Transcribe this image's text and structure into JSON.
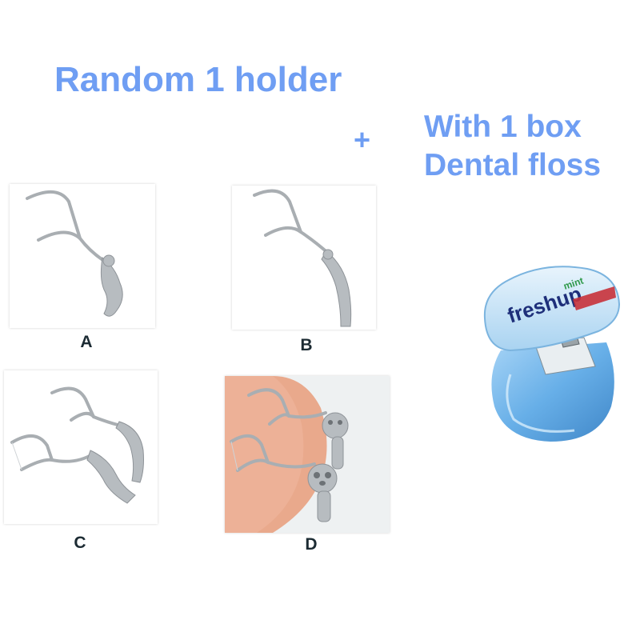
{
  "headline": {
    "title": "Random 1 holder",
    "plus": "+",
    "subtitle_line1": "With 1 box",
    "subtitle_line2": "Dental floss"
  },
  "options": [
    {
      "label": "A",
      "icon": "floss-holder-cat-icon"
    },
    {
      "label": "B",
      "icon": "floss-holder-plain-icon"
    },
    {
      "label": "C",
      "icon": "floss-holder-wavy-icon"
    },
    {
      "label": "D",
      "icon": "floss-holder-bunny-icon"
    }
  ],
  "floss_box": {
    "brand_small": "mint",
    "brand": "freshup"
  },
  "colors": {
    "headline": "#6f9ef3",
    "label": "#1c2b33",
    "wood": "#e9a98c",
    "case_blue": "#5aa8e6",
    "brand_red": "#c8323a",
    "brand_green": "#2f9a4a",
    "brand_navy": "#1e2f7a"
  }
}
